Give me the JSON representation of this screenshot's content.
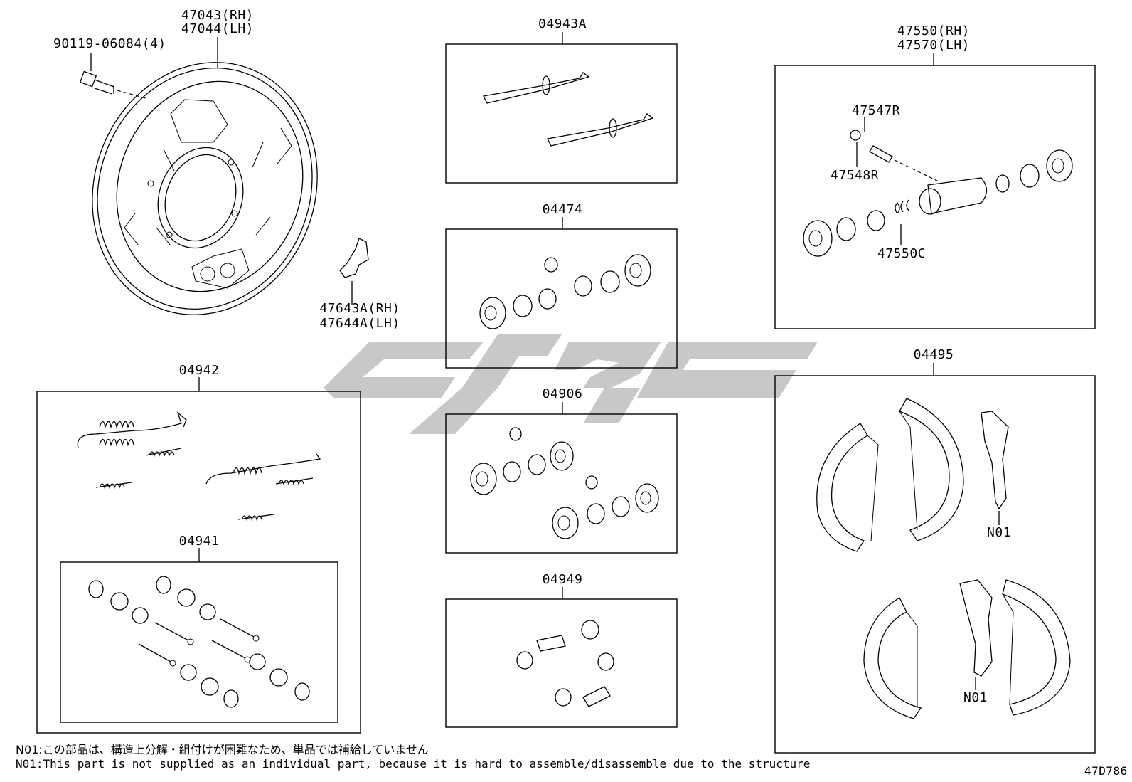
{
  "labels": {
    "backing_plate_rh": "47043(RH)",
    "backing_plate_lh": "47044(LH)",
    "bolt": "90119-06084(4)",
    "bracket_rh": "47643A(RH)",
    "bracket_lh": "47644A(LH)",
    "adjuster_kit": "04943A",
    "cylinder_kit_04474": "04474",
    "cylinder_kit_04906": "04906",
    "boot_kit": "04949",
    "spring_kit": "04942",
    "hardware_kit": "04941",
    "wheel_cylinder_rh": "47550(RH)",
    "wheel_cylinder_lh": "47570(LH)",
    "bleeder_plug": "47547R",
    "bleeder_cap": "47548R",
    "cylinder_spring": "47550C",
    "shoe_kit": "04495",
    "n01_a": "N01",
    "n01_b": "N01"
  },
  "notes": {
    "jp": "N01:この部品は、構造上分解・組付けが困難なため、単品では補給していません",
    "en": "N01:This part is not supplied as an individual part, because it is hard to assemble/disassemble due to the structure"
  },
  "diagram_code": "47D786",
  "colors": {
    "line": "#000000",
    "watermark": "#c8c8c8",
    "background": "#ffffff"
  }
}
